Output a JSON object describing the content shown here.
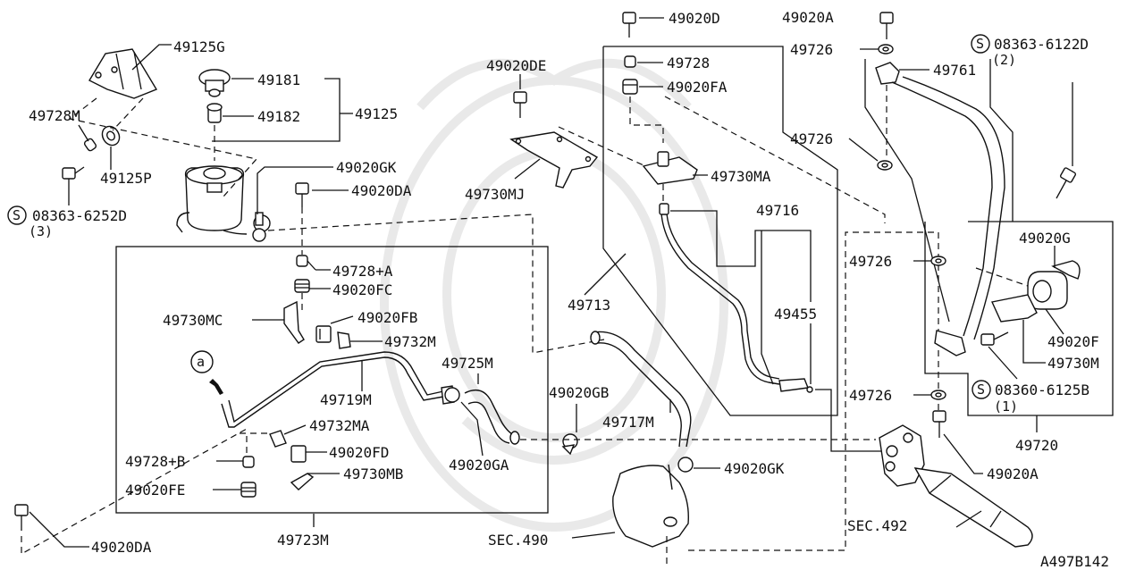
{
  "diagram_id": "A497B142",
  "watermark_color": "#e9e9e9",
  "line_color": "#111111",
  "labels": {
    "p49125G": "49125G",
    "p49181": "49181",
    "p49182": "49182",
    "p49125": "49125",
    "p49728M": "49728M",
    "p49125P": "49125P",
    "s08363_6252D": "08363-6252D",
    "q3": "(3)",
    "p49020GK_top": "49020GK",
    "p49020DA_top": "49020DA",
    "p49020DE": "49020DE",
    "p49730MJ": "49730MJ",
    "p49020D": "49020D",
    "p49728": "49728",
    "p49020FA": "49020FA",
    "p49730MA": "49730MA",
    "p49716": "49716",
    "p49713": "49713",
    "p49455": "49455",
    "p49020A_top": "49020A",
    "p49726_a": "49726",
    "p49761": "49761",
    "p49726_b": "49726",
    "s08363_6122D": "08363-6122D",
    "q2": "(2)",
    "p49020G": "49020G",
    "p49726_c": "49726",
    "p49020F": "49020F",
    "p49730M": "49730M",
    "s08360_6125B": "08360-6125B",
    "q1": "(1)",
    "p49726_d": "49726",
    "p49720": "49720",
    "p49020A_bot": "49020A",
    "p49728A": "49728+A",
    "p49020FC": "49020FC",
    "p49730MC": "49730MC",
    "p49020FB": "49020FB",
    "p49732M": "49732M",
    "p49725M": "49725M",
    "p49719M": "49719M",
    "p49020GB": "49020GB",
    "p49717M": "49717M",
    "p49732MA": "49732MA",
    "p49020FD": "49020FD",
    "p49728B": "49728+B",
    "p49730MB": "49730MB",
    "p49020GA": "49020GA",
    "p49020FE": "49020FE",
    "p49020GK_bot": "49020GK",
    "p49020DA_bot": "49020DA",
    "p49723M": "49723M",
    "sec490": "SEC.490",
    "sec492": "SEC.492",
    "circle_a": "a",
    "s_mark": "S"
  }
}
